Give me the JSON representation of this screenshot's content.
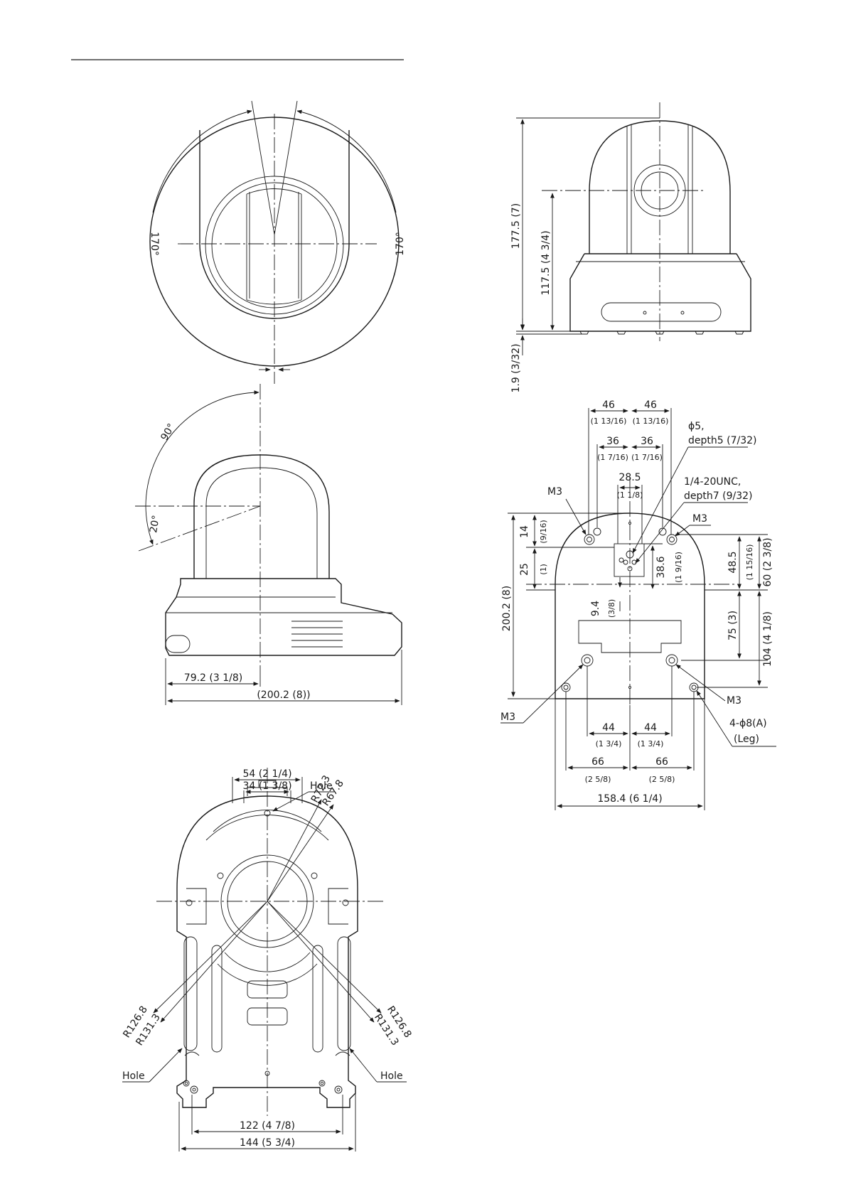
{
  "top_view": {
    "angle_left": "170°",
    "angle_right": "170°"
  },
  "side_view": {
    "tilt_up": "90°",
    "tilt_down": "20°",
    "front_offset": "79.2 (3 1/8)",
    "depth": "(200.2 (8))"
  },
  "front_view": {
    "height_total": "177.5 (7)",
    "height_center": "117.5 (4 3/4)",
    "foot_height": "1.9 (3/32)"
  },
  "bottom_view": {
    "w46_left": "46",
    "w46_left_in": "(1 13/16)",
    "w46_right": "46",
    "w46_right_in": "(1 13/16)",
    "w36_left": "36",
    "w36_left_in": "(1 7/16)",
    "w36_right": "36",
    "w36_right_in": "(1 7/16)",
    "w285": "28.5",
    "w285_in": "(1 1/8)",
    "hole_phi5": "ϕ5,",
    "hole_phi5_depth": "depth5 (7/32)",
    "tripod": "1/4-20UNC,",
    "tripod_depth": "depth7 (9/32)",
    "m3_top_left": "M3",
    "m3_top_right": "M3",
    "m3_bottom_left": "M3",
    "m3_bottom_right": "M3",
    "h14": "14",
    "h14_in": "(9/16)",
    "h25": "25",
    "h25_in": "(1)",
    "h94": "9.4",
    "h94_in": "(3/8)",
    "h386": "38.6",
    "h386_in": "(1 9/16)",
    "h485": "48.5",
    "h485_in": "(1 15/16)",
    "h60": "60 (2 3/8)",
    "h75": "75 (3)",
    "h104": "104 (4 1/8)",
    "h2002": "200.2 (8)",
    "leg": "4-ϕ8(A)",
    "leg_label": "(Leg)",
    "w44_left": "44",
    "w44_left_in": "(1 3/4)",
    "w44_right": "44",
    "w44_right_in": "(1 3/4)",
    "w66_left": "66",
    "w66_left_in": "(2 5/8)",
    "w66_right": "66",
    "w66_right_in": "(2 5/8)",
    "w1584": "158.4 (6 1/4)"
  },
  "plate_view": {
    "w54": "54 (2 1/4)",
    "w34": "34 (1 3/8)",
    "hole_top": "Hole",
    "r723": "R72.3",
    "r678": "R67.8",
    "r1268_left": "R126.8",
    "r1313_left": "R131.3",
    "r1268_right": "R126.8",
    "r1313_right": "R131.3",
    "hole_left": "Hole",
    "hole_right": "Hole",
    "w122": "122 (4 7/8)",
    "w144": "144 (5 3/4)"
  }
}
